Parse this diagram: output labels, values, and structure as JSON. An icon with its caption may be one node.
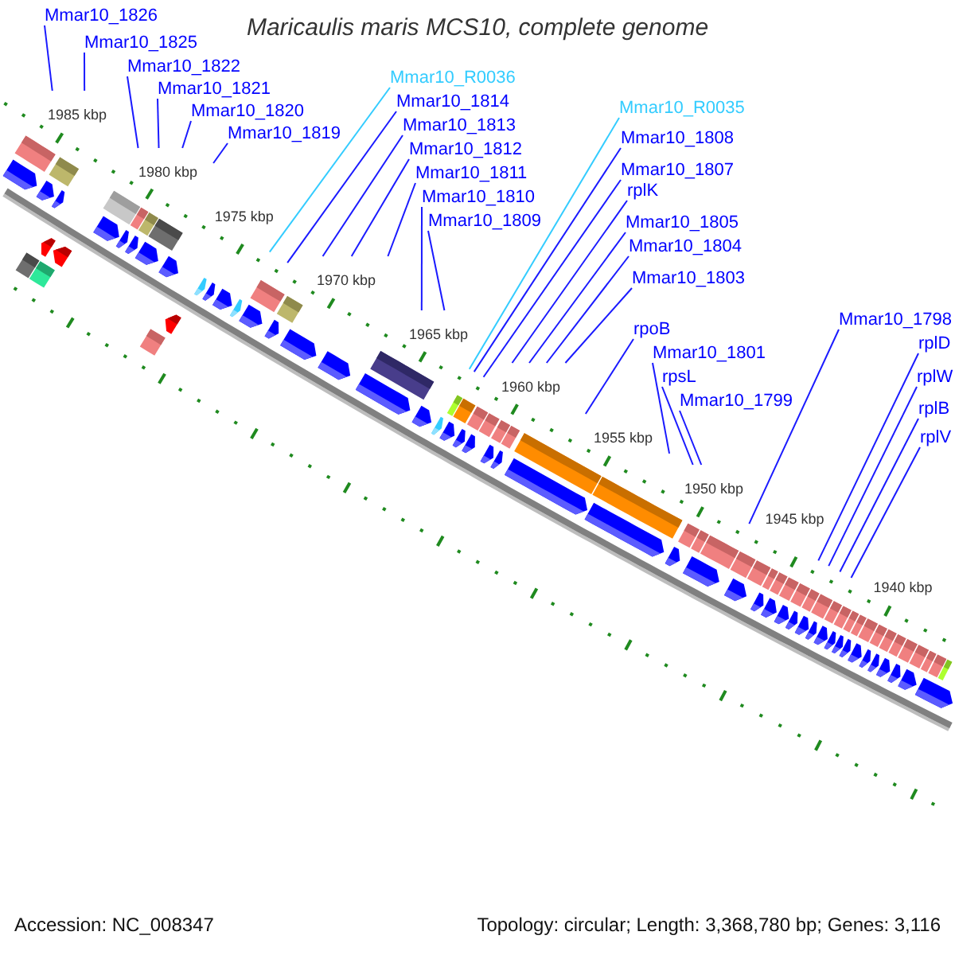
{
  "diagram": {
    "title": "Maricaulis maris MCS10, complete genome",
    "nodes": [
      {
        "text": [
          "Mmar10_1826"
        ]
      },
      {
        "text": [
          "Mmar10_1825"
        ]
      },
      {
        "text": [
          "Mmar10_1822"
        ]
      },
      {
        "text": [
          "Mmar10_1821"
        ]
      },
      {
        "text": [
          "Mmar10_1820"
        ]
      },
      {
        "text": [
          "Mmar10_1819"
        ]
      },
      {
        "text": [
          "Mmar10_R0036"
        ]
      },
      {
        "text": [
          "Mmar10_1814"
        ]
      },
      {
        "text": [
          "Mmar10_1813"
        ]
      },
      {
        "text": [
          "Mmar10_1812"
        ]
      },
      {
        "text": [
          "Mmar10_1811"
        ]
      },
      {
        "text": [
          "Mmar10_1810"
        ]
      },
      {
        "text": [
          "Mmar10_1809"
        ]
      },
      {
        "text": [
          "Mmar10_R0035"
        ]
      },
      {
        "text": [
          "Mmar10_1808"
        ]
      },
      {
        "text": [
          "Mmar10_1807"
        ]
      },
      {
        "text": [
          "rplK"
        ]
      },
      {
        "text": [
          "Mmar10_1805"
        ]
      },
      {
        "text": [
          "Mmar10_1804"
        ]
      },
      {
        "text": [
          "Mmar10_1803"
        ]
      },
      {
        "text": [
          "rpoB"
        ]
      },
      {
        "text": [
          "Mmar10_1801"
        ]
      },
      {
        "text": [
          "rpsL"
        ]
      },
      {
        "text": [
          "Mmar10_1799"
        ]
      },
      {
        "text": [
          "Mmar10_1798"
        ]
      },
      {
        "text": [
          "rplD"
        ]
      },
      {
        "text": [
          "rplW"
        ]
      },
      {
        "text": [
          "rplB"
        ]
      },
      {
        "text": [
          "rplV"
        ]
      }
    ],
    "edges": [
      {
        "from": 0,
        "to": null,
        "arrow": "none"
      },
      {
        "from": 1,
        "to": null,
        "arrow": "none"
      },
      {
        "from": 2,
        "to": null,
        "arrow": "none"
      },
      {
        "from": 3,
        "to": null,
        "arrow": "none"
      },
      {
        "from": 4,
        "to": null,
        "arrow": "none"
      },
      {
        "from": 5,
        "to": null,
        "arrow": "none"
      },
      {
        "from": 6,
        "to": null,
        "arrow": "none",
        "color": "#33ccff"
      },
      {
        "from": 7,
        "to": null,
        "arrow": "none"
      },
      {
        "from": 8,
        "to": null,
        "arrow": "none"
      },
      {
        "from": 9,
        "to": null,
        "arrow": "none"
      },
      {
        "from": 10,
        "to": null,
        "arrow": "none"
      },
      {
        "from": 11,
        "to": null,
        "arrow": "none"
      },
      {
        "from": 12,
        "to": null,
        "arrow": "none"
      },
      {
        "from": 13,
        "to": null,
        "arrow": "none",
        "color": "#33ccff"
      },
      {
        "from": 14,
        "to": null,
        "arrow": "none"
      },
      {
        "from": 15,
        "to": null,
        "arrow": "none"
      },
      {
        "from": 16,
        "to": null,
        "arrow": "none"
      },
      {
        "from": 17,
        "to": null,
        "arrow": "none"
      },
      {
        "from": 18,
        "to": null,
        "arrow": "none"
      },
      {
        "from": 19,
        "to": null,
        "arrow": "none"
      },
      {
        "from": 20,
        "to": null,
        "arrow": "none"
      },
      {
        "from": 21,
        "to": null,
        "arrow": "none"
      },
      {
        "from": 22,
        "to": null,
        "arrow": "none"
      },
      {
        "from": 23,
        "to": null,
        "arrow": "none"
      },
      {
        "from": 24,
        "to": null,
        "arrow": "none"
      },
      {
        "from": 25,
        "to": null,
        "arrow": "none"
      },
      {
        "from": 26,
        "to": null,
        "arrow": "none"
      },
      {
        "from": 27,
        "to": null,
        "arrow": "none"
      },
      {
        "from": 28,
        "to": null,
        "arrow": "none"
      }
    ],
    "labels": [
      "1985 kbp",
      "1980 kbp",
      "1975 kbp",
      "1970 kbp",
      "1965 kbp",
      "1960 kbp",
      "1955 kbp",
      "1950 kbp",
      "1945 kbp",
      "1940 kbp",
      "Accession: NC_008347",
      "Topology: circular; Length: 3,368,780 bp; Genes: 3,116"
    ]
  }
}
